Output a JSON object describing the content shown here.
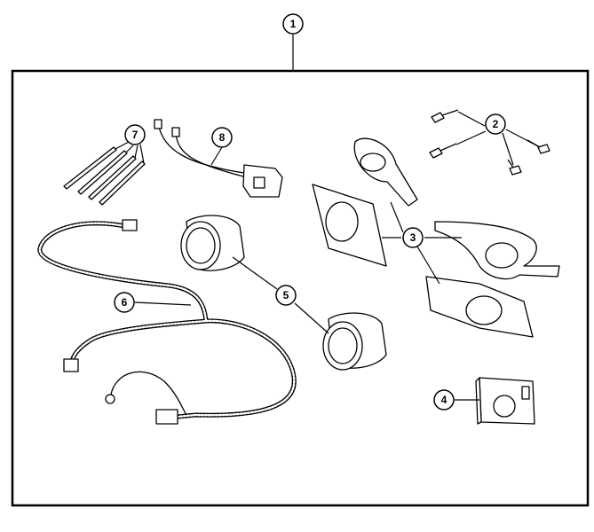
{
  "diagram": {
    "title_callout": "1",
    "callouts": [
      {
        "id": "callout-1",
        "label": "1"
      },
      {
        "id": "callout-2",
        "label": "2"
      },
      {
        "id": "callout-3",
        "label": "3"
      },
      {
        "id": "callout-4",
        "label": "4"
      },
      {
        "id": "callout-5",
        "label": "5"
      },
      {
        "id": "callout-6",
        "label": "6"
      },
      {
        "id": "callout-7",
        "label": "7"
      },
      {
        "id": "callout-8",
        "label": "8"
      }
    ]
  }
}
